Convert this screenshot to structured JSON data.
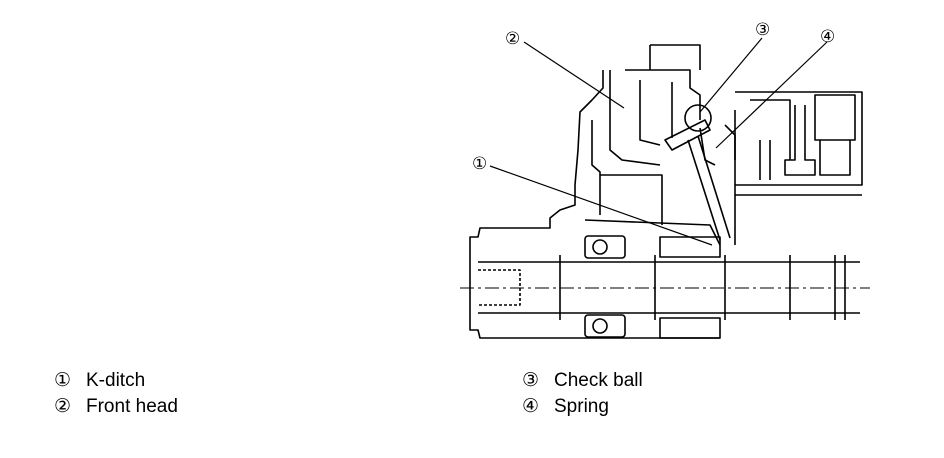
{
  "callouts": [
    {
      "id": 1,
      "marker": "①",
      "label": "K-ditch"
    },
    {
      "id": 2,
      "marker": "②",
      "label": "Front head"
    },
    {
      "id": 3,
      "marker": "③",
      "label": "Check ball"
    },
    {
      "id": 4,
      "marker": "④",
      "label": "Spring"
    }
  ]
}
